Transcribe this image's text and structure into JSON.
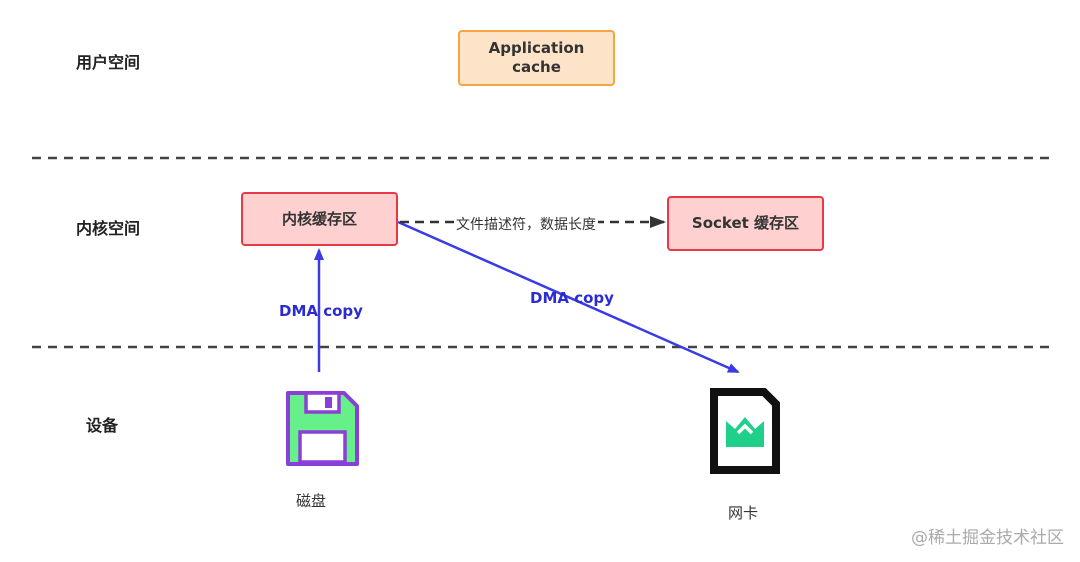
{
  "layers": {
    "user": "用户空间",
    "kernel": "内核空间",
    "device": "设备"
  },
  "nodes": {
    "app_cache": {
      "line1": "Application",
      "line2": "cache"
    },
    "kernel_buffer": "内核缓存区",
    "socket_buffer": "Socket 缓存区",
    "disk": "磁盘",
    "nic": "网卡"
  },
  "edges": {
    "disk_to_kernel": "DMA copy",
    "kernel_to_nic": "DMA copy",
    "kernel_to_socket": "文件描述符，数据长度"
  },
  "watermark": "@稀土掘金技术社区",
  "colors": {
    "dma_arrow": "#3a3ae6",
    "dashed_arrow": "#333333",
    "disk_body": "#66f08a",
    "disk_border": "#8a3fd6",
    "nic_logo": "#1fcf8a"
  }
}
